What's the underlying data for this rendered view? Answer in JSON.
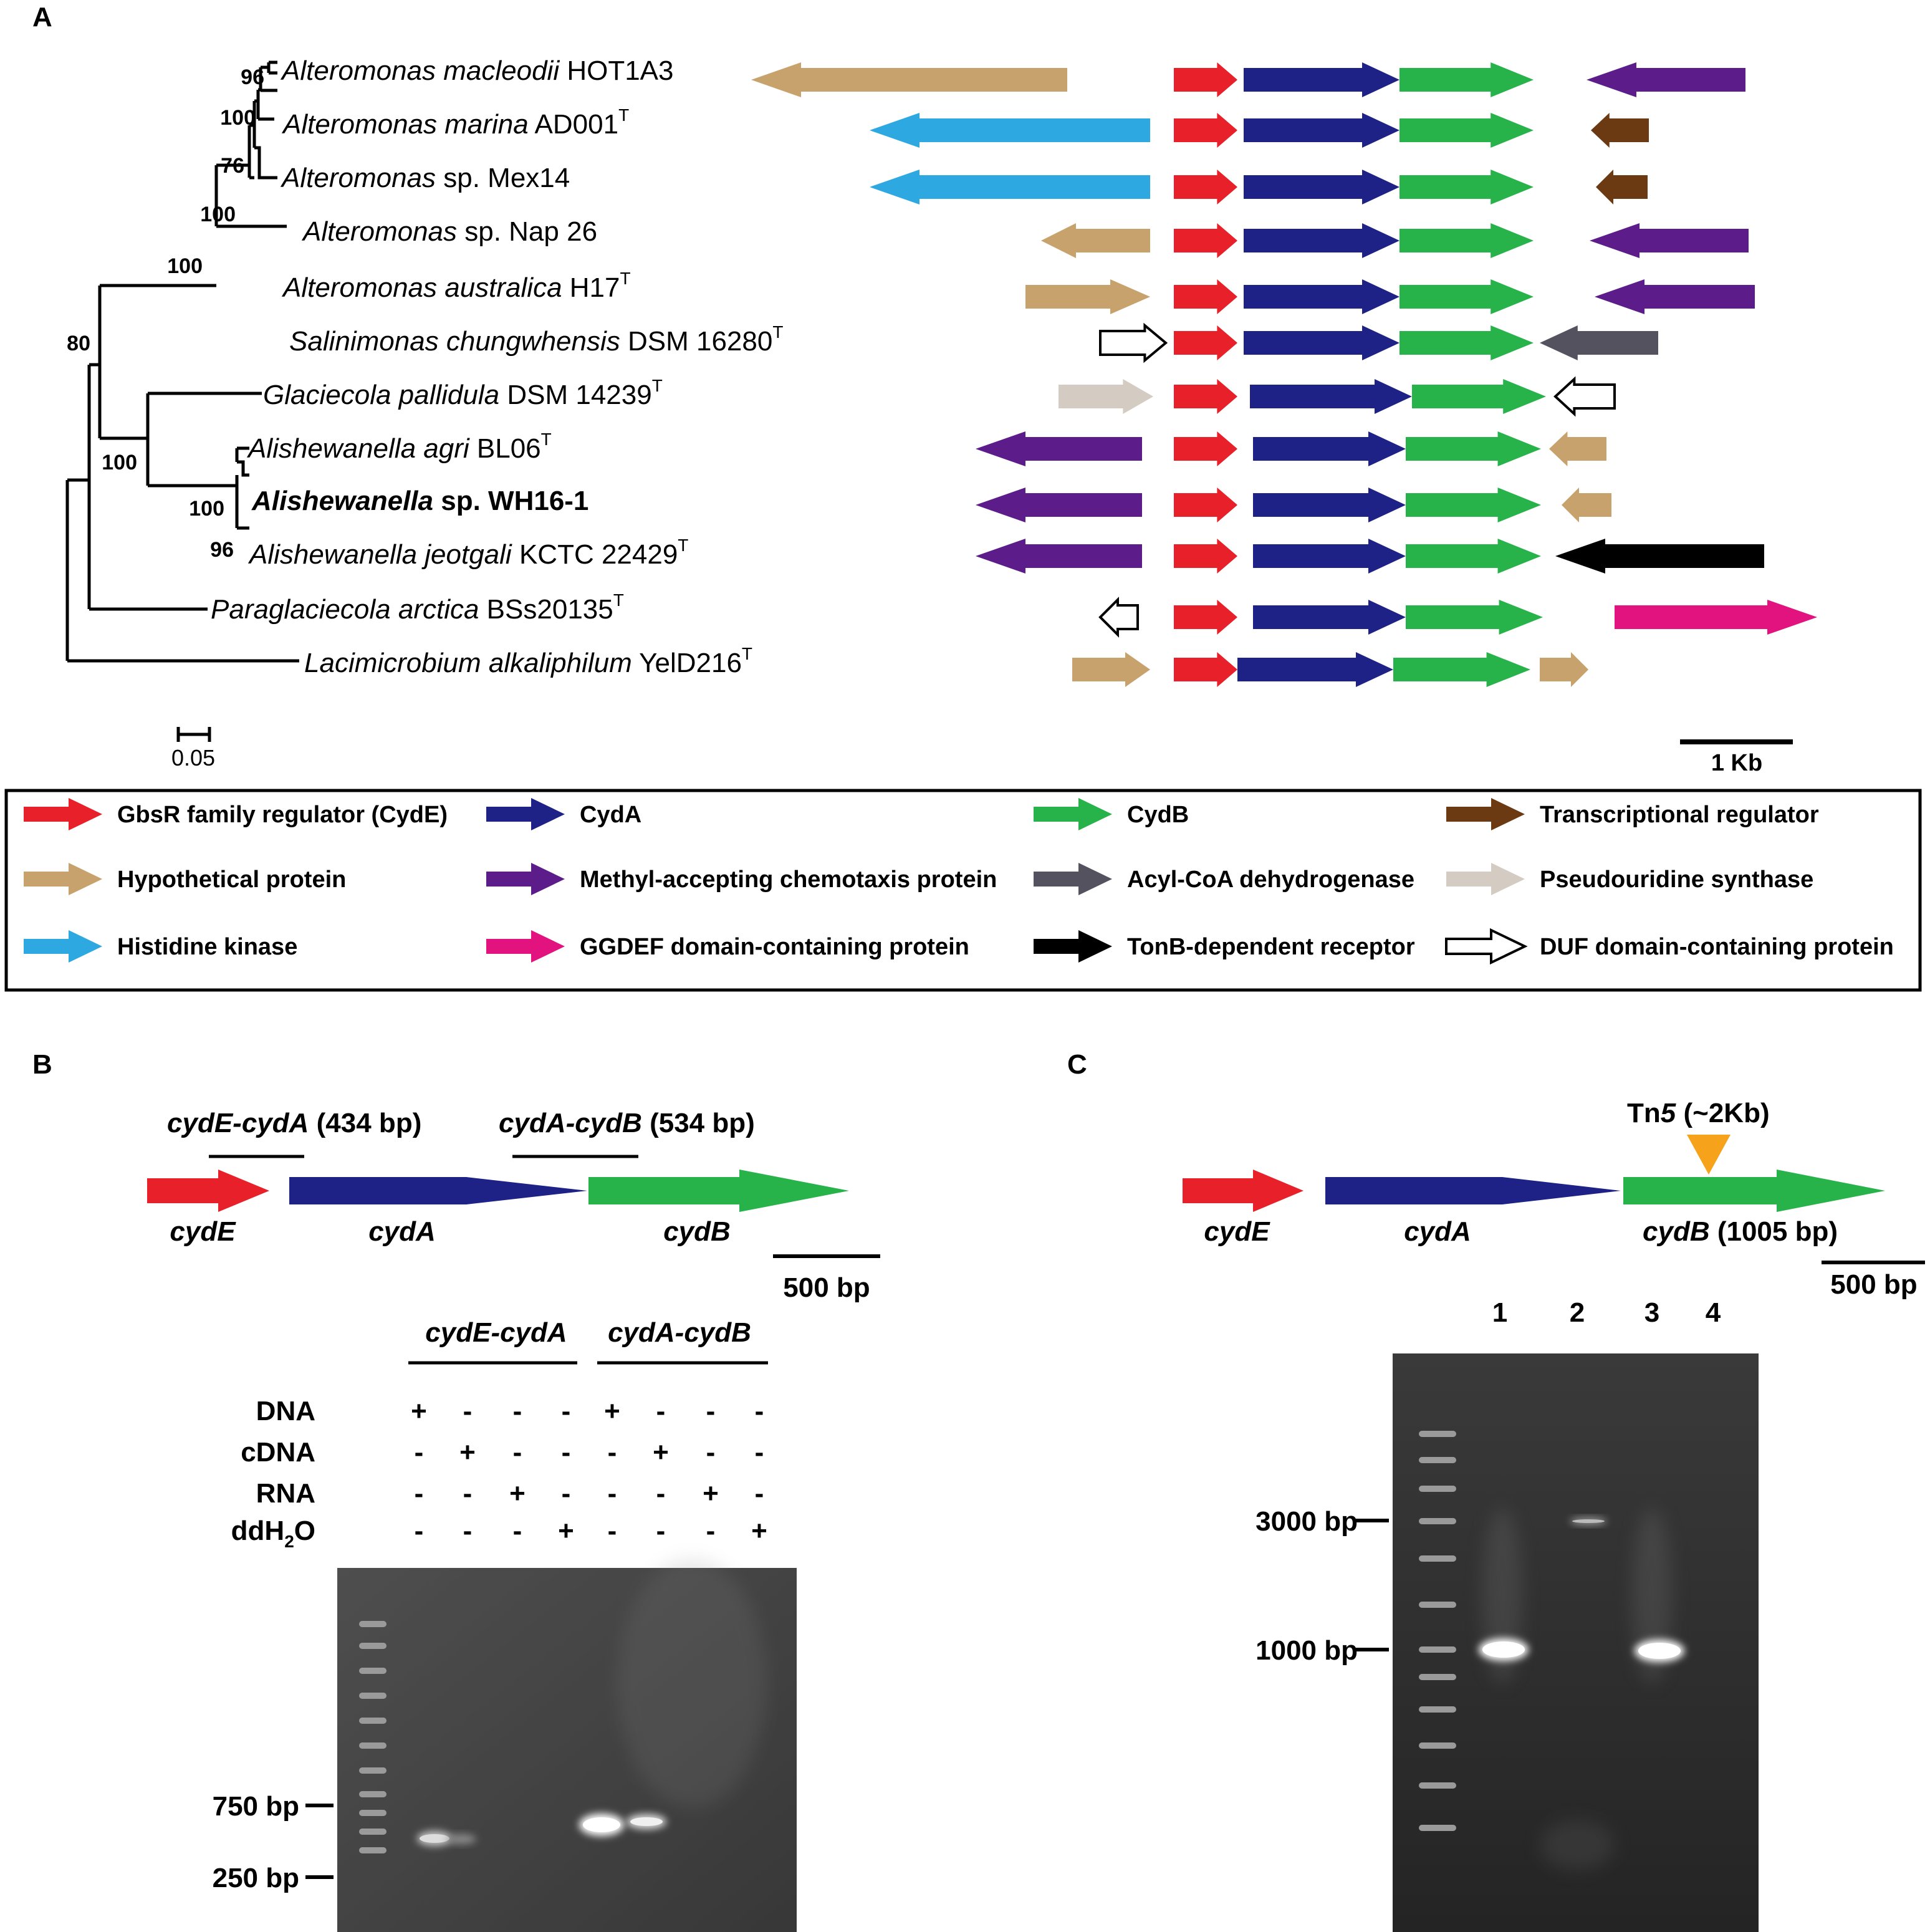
{
  "colors": {
    "red": "#e8202a",
    "darkblue": "#1e2286",
    "green": "#27b34a",
    "brown": "#6b3a12",
    "tan": "#c8a26c",
    "purple": "#5c1d8a",
    "gray": "#55525f",
    "lightgray": "#d4cbc3",
    "skyblue": "#2ea8e0",
    "magenta": "#e2137f",
    "black": "#000000",
    "orange": "#f7a21b"
  },
  "panelA": {
    "label": "A",
    "taxa": [
      {
        "genus": "Alteromonas macleodii",
        "rest": " HOT1A3",
        "sup": ""
      },
      {
        "genus": "Alteromonas marina",
        "rest": " AD001",
        "sup": "T"
      },
      {
        "genus": "Alteromonas",
        "rest": " sp. Mex14",
        "sup": ""
      },
      {
        "genus": "Alteromonas",
        "rest": " sp. Nap 26",
        "sup": ""
      },
      {
        "genus": "Alteromonas australica",
        "rest": " H17",
        "sup": "T"
      },
      {
        "genus": "Salinimonas chungwhensis",
        "rest": " DSM 16280",
        "sup": "T"
      },
      {
        "genus": "Glaciecola pallidula",
        "rest": " DSM 14239",
        "sup": "T"
      },
      {
        "genus": "Alishewanella agri",
        "rest": " BL06",
        "sup": "T"
      },
      {
        "genus": "Alishewanella",
        "rest": " sp. WH16-1",
        "sup": "",
        "bold": true
      },
      {
        "genus": "Alishewanella jeotgali",
        "rest": " KCTC 22429",
        "sup": "T"
      },
      {
        "genus": "Paraglaciecola arctica",
        "rest": " BSs20135",
        "sup": "T"
      },
      {
        "genus": "Lacimicrobium alkaliphilum",
        "rest": " YelD216",
        "sup": "T"
      }
    ],
    "bootstrap": [
      "96",
      "100",
      "76",
      "100",
      "100",
      "80",
      "100",
      "100",
      "96"
    ],
    "scale_bar": "0.05",
    "kb_bar": "1 Kb",
    "legend": [
      {
        "color": "red",
        "label": "GbsR family regulator (CydE)"
      },
      {
        "color": "darkblue",
        "label": "CydA"
      },
      {
        "color": "green",
        "label": "CydB"
      },
      {
        "color": "brown",
        "label": "Transcriptional regulator"
      },
      {
        "color": "tan",
        "label": "Hypothetical protein"
      },
      {
        "color": "purple",
        "label": "Methyl-accepting chemotaxis protein"
      },
      {
        "color": "gray",
        "label": "Acyl-CoA dehydrogenase"
      },
      {
        "color": "lightgray",
        "label": "Pseudouridine synthase"
      },
      {
        "color": "skyblue",
        "label": "Histidine kinase"
      },
      {
        "color": "magenta",
        "label": "GGDEF domain-containing protein"
      },
      {
        "color": "black",
        "label": "TonB-dependent receptor"
      },
      {
        "color": "white",
        "label": "DUF domain-containing protein"
      }
    ]
  },
  "panelB": {
    "label": "B",
    "amplicons": [
      {
        "name": "cydE-cydA",
        "size": " (434 bp)"
      },
      {
        "name": "cydA-cydB",
        "size": " (534 bp)"
      }
    ],
    "genes": [
      "cydE",
      "cydA",
      "cydB"
    ],
    "scale": "500 bp",
    "groups": [
      "cydE-cydA",
      "cydA-cydB"
    ],
    "templates": [
      {
        "label": "DNA",
        "marks": [
          "+",
          "-",
          "-",
          "-",
          "+",
          "-",
          "-",
          "-"
        ]
      },
      {
        "label": "cDNA",
        "marks": [
          "-",
          "+",
          "-",
          "-",
          "-",
          "+",
          "-",
          "-"
        ]
      },
      {
        "label": "RNA",
        "marks": [
          "-",
          "-",
          "+",
          "-",
          "-",
          "-",
          "+",
          "-"
        ]
      },
      {
        "label": "ddH",
        "sub": "2",
        "label2": "O",
        "marks": [
          "-",
          "-",
          "-",
          "+",
          "-",
          "-",
          "-",
          "+"
        ]
      }
    ],
    "markers": [
      "750 bp",
      "250 bp"
    ]
  },
  "panelC": {
    "label": "C",
    "tn5_pre": "Tn",
    "tn5_num": "5",
    "tn5_post": " (~2Kb)",
    "genes": [
      "cydE",
      "cydA",
      "cydB"
    ],
    "cydB_size": " (1005 bp)",
    "scale": "500 bp",
    "lanes": [
      "1",
      "2",
      "3",
      "4"
    ],
    "markers": [
      "3000 bp",
      "1000 bp"
    ]
  }
}
